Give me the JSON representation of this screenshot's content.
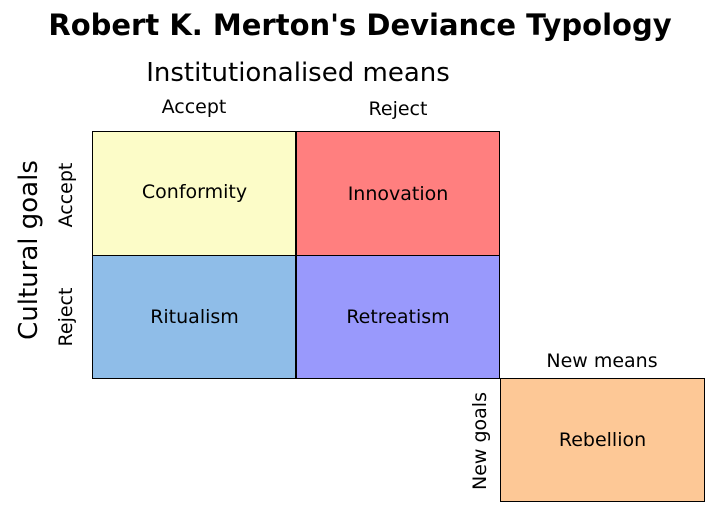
{
  "title": "Robert K. Merton's Deviance Typology",
  "axes": {
    "means_label": "Institutionalised means",
    "means_accept": "Accept",
    "means_reject": "Reject",
    "goals_label": "Cultural goals",
    "goals_accept": "Accept",
    "goals_reject": "Reject",
    "new_means": "New means",
    "new_goals": "New goals"
  },
  "cells": {
    "conformity": {
      "label": "Conformity",
      "color": "#fcfcc8"
    },
    "innovation": {
      "label": "Innovation",
      "color": "#ff7f7f"
    },
    "ritualism": {
      "label": "Ritualism",
      "color": "#8fbde8"
    },
    "retreatism": {
      "label": "Retreatism",
      "color": "#9999fc"
    },
    "rebellion": {
      "label": "Rebellion",
      "color": "#fdc896"
    }
  }
}
